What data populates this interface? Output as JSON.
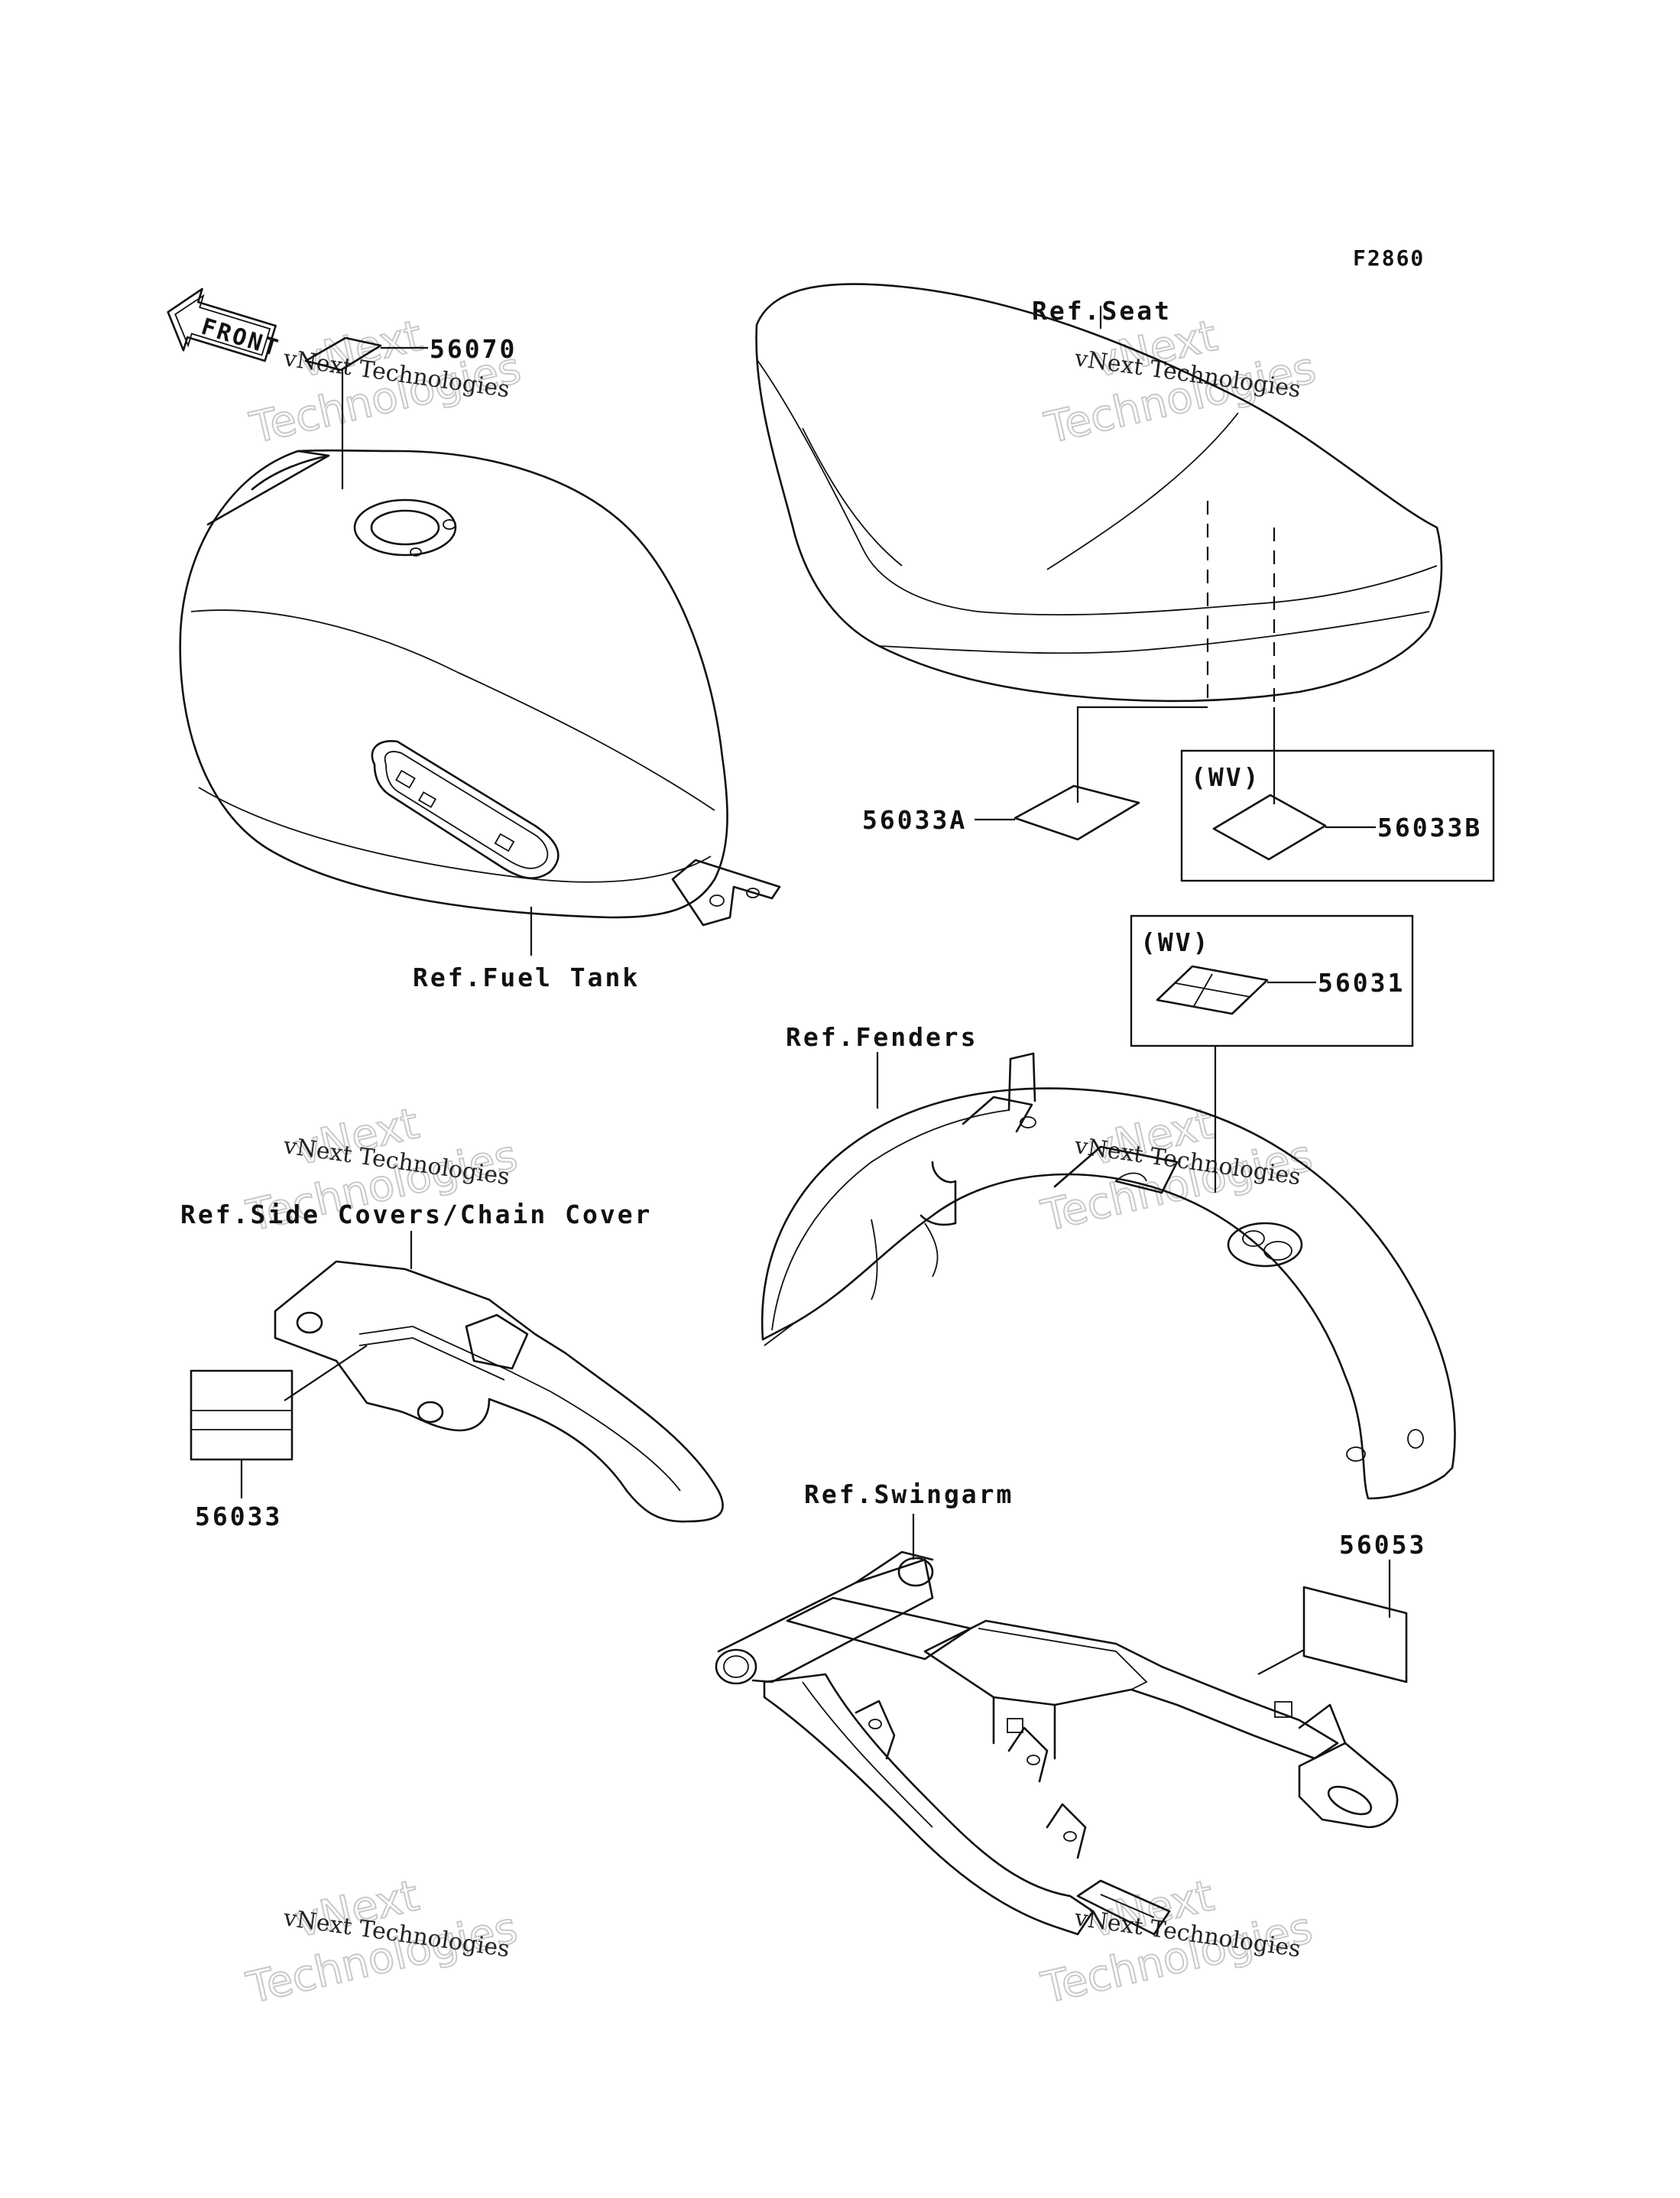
{
  "figure_code": "F2860",
  "front_label": "FRONT",
  "watermark": {
    "line1": "vNext",
    "line2": "Technologies",
    "caption": "vNext Technologies"
  },
  "references": {
    "fuel_tank": "Ref.Fuel Tank",
    "seat": "Ref.Seat",
    "fenders": "Ref.Fenders",
    "side_covers": "Ref.Side Covers/Chain Cover",
    "swingarm": "Ref.Swingarm"
  },
  "parts": {
    "p56070": "56070",
    "p56033A": "56033A",
    "p56033B": "56033B",
    "p56031": "56031",
    "p56033": "56033",
    "p56053": "56053"
  },
  "variants": {
    "wv_seat": "(WV)",
    "wv_fender": "(WV)"
  }
}
